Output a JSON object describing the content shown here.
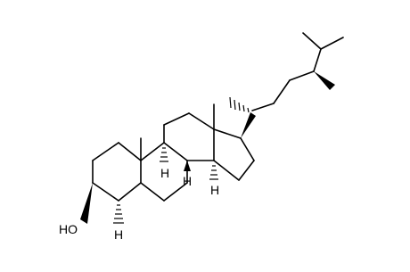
{
  "molecule": {
    "labels": {
      "hydroxyl": "HO",
      "h_c5": "H",
      "h_c8": "H",
      "h_c9": "H",
      "h_c14": "H"
    },
    "colors": {
      "ink": "#000000",
      "background": "#ffffff"
    }
  }
}
